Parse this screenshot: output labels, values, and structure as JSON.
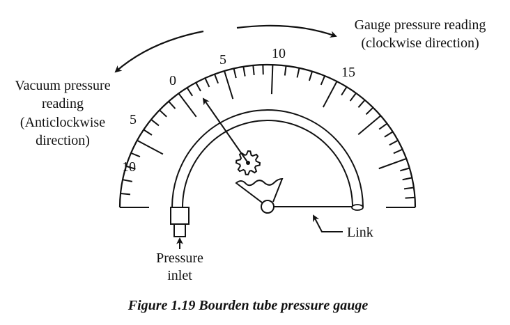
{
  "annotations": {
    "gauge_reading": [
      "Gauge pressure reading",
      "(clockwise direction)"
    ],
    "vacuum_reading": [
      "Vacuum pressure",
      "reading",
      "(Anticlockwise",
      "direction)"
    ],
    "pressure_inlet": [
      "Pressure",
      "inlet"
    ],
    "link": "Link"
  },
  "scale": {
    "vacuum_labels": [
      "10",
      "5"
    ],
    "gauge_labels": [
      "0",
      "5",
      "10",
      "15"
    ]
  },
  "caption": "Figure 1.19 Bourden tube pressure gauge",
  "colors": {
    "ink": "#111111",
    "background": "#ffffff"
  }
}
